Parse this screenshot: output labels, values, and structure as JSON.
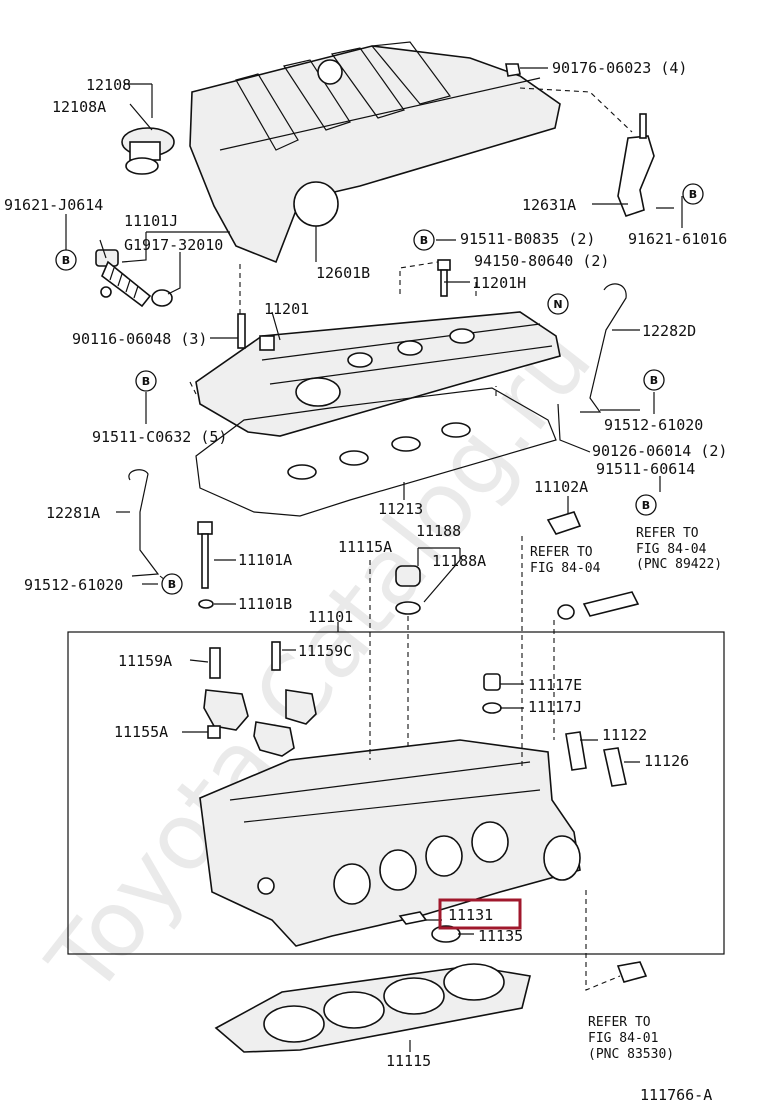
{
  "watermark": "Toyota-Catalog.ru",
  "figure_id": "111766-A",
  "circle_marks": {
    "b": "B",
    "n": "N"
  },
  "labels": {
    "p90176_06023": "90176-06023 (4)",
    "p12108": "12108",
    "p12108a": "12108A",
    "p91621_j0614": "91621-J0614",
    "p11101j": "11101J",
    "pg1917_32010": "G1917-32010",
    "p12631a": "12631A",
    "p91621_61016": "91621-61016",
    "p91511_b0835": "91511-B0835 (2)",
    "p12601b": "12601B",
    "p94150_80640": "94150-80640 (2)",
    "p11201h": "11201H",
    "p11201": "11201",
    "p12282d": "12282D",
    "p90116_06048": "90116-06048 (3)",
    "p91511_c0632": "91511-C0632 (5)",
    "p91512_61020_r": "91512-61020",
    "p90126_06014": "90126-06014 (2)",
    "p91511_60614": "91511-60614",
    "p11213": "11213",
    "p11102a": "11102A",
    "p12281a": "12281A",
    "p11188": "11188",
    "p11115a": "11115A",
    "p11188a": "11188A",
    "p11101a": "11101A",
    "p91512_61020_l": "91512-61020",
    "p11101b": "11101B",
    "p11101": "11101",
    "p11159a": "11159A",
    "p11159c": "11159C",
    "p11117e": "11117E",
    "p11117j": "11117J",
    "p11155a": "11155A",
    "p11122": "11122",
    "p11126": "11126",
    "p11131": "11131",
    "p11135": "11135",
    "p11115": "11115"
  },
  "refer_notes": {
    "fig84_04a": [
      "REFER TO",
      "FIG 84-04"
    ],
    "fig84_04b": [
      "REFER TO",
      "FIG 84-04",
      "(PNC 89422)"
    ],
    "fig84_01": [
      "REFER TO",
      "FIG 84-01",
      "(PNC 83530)"
    ]
  },
  "highlight": {
    "part": "11131",
    "color": "#a0182c"
  }
}
